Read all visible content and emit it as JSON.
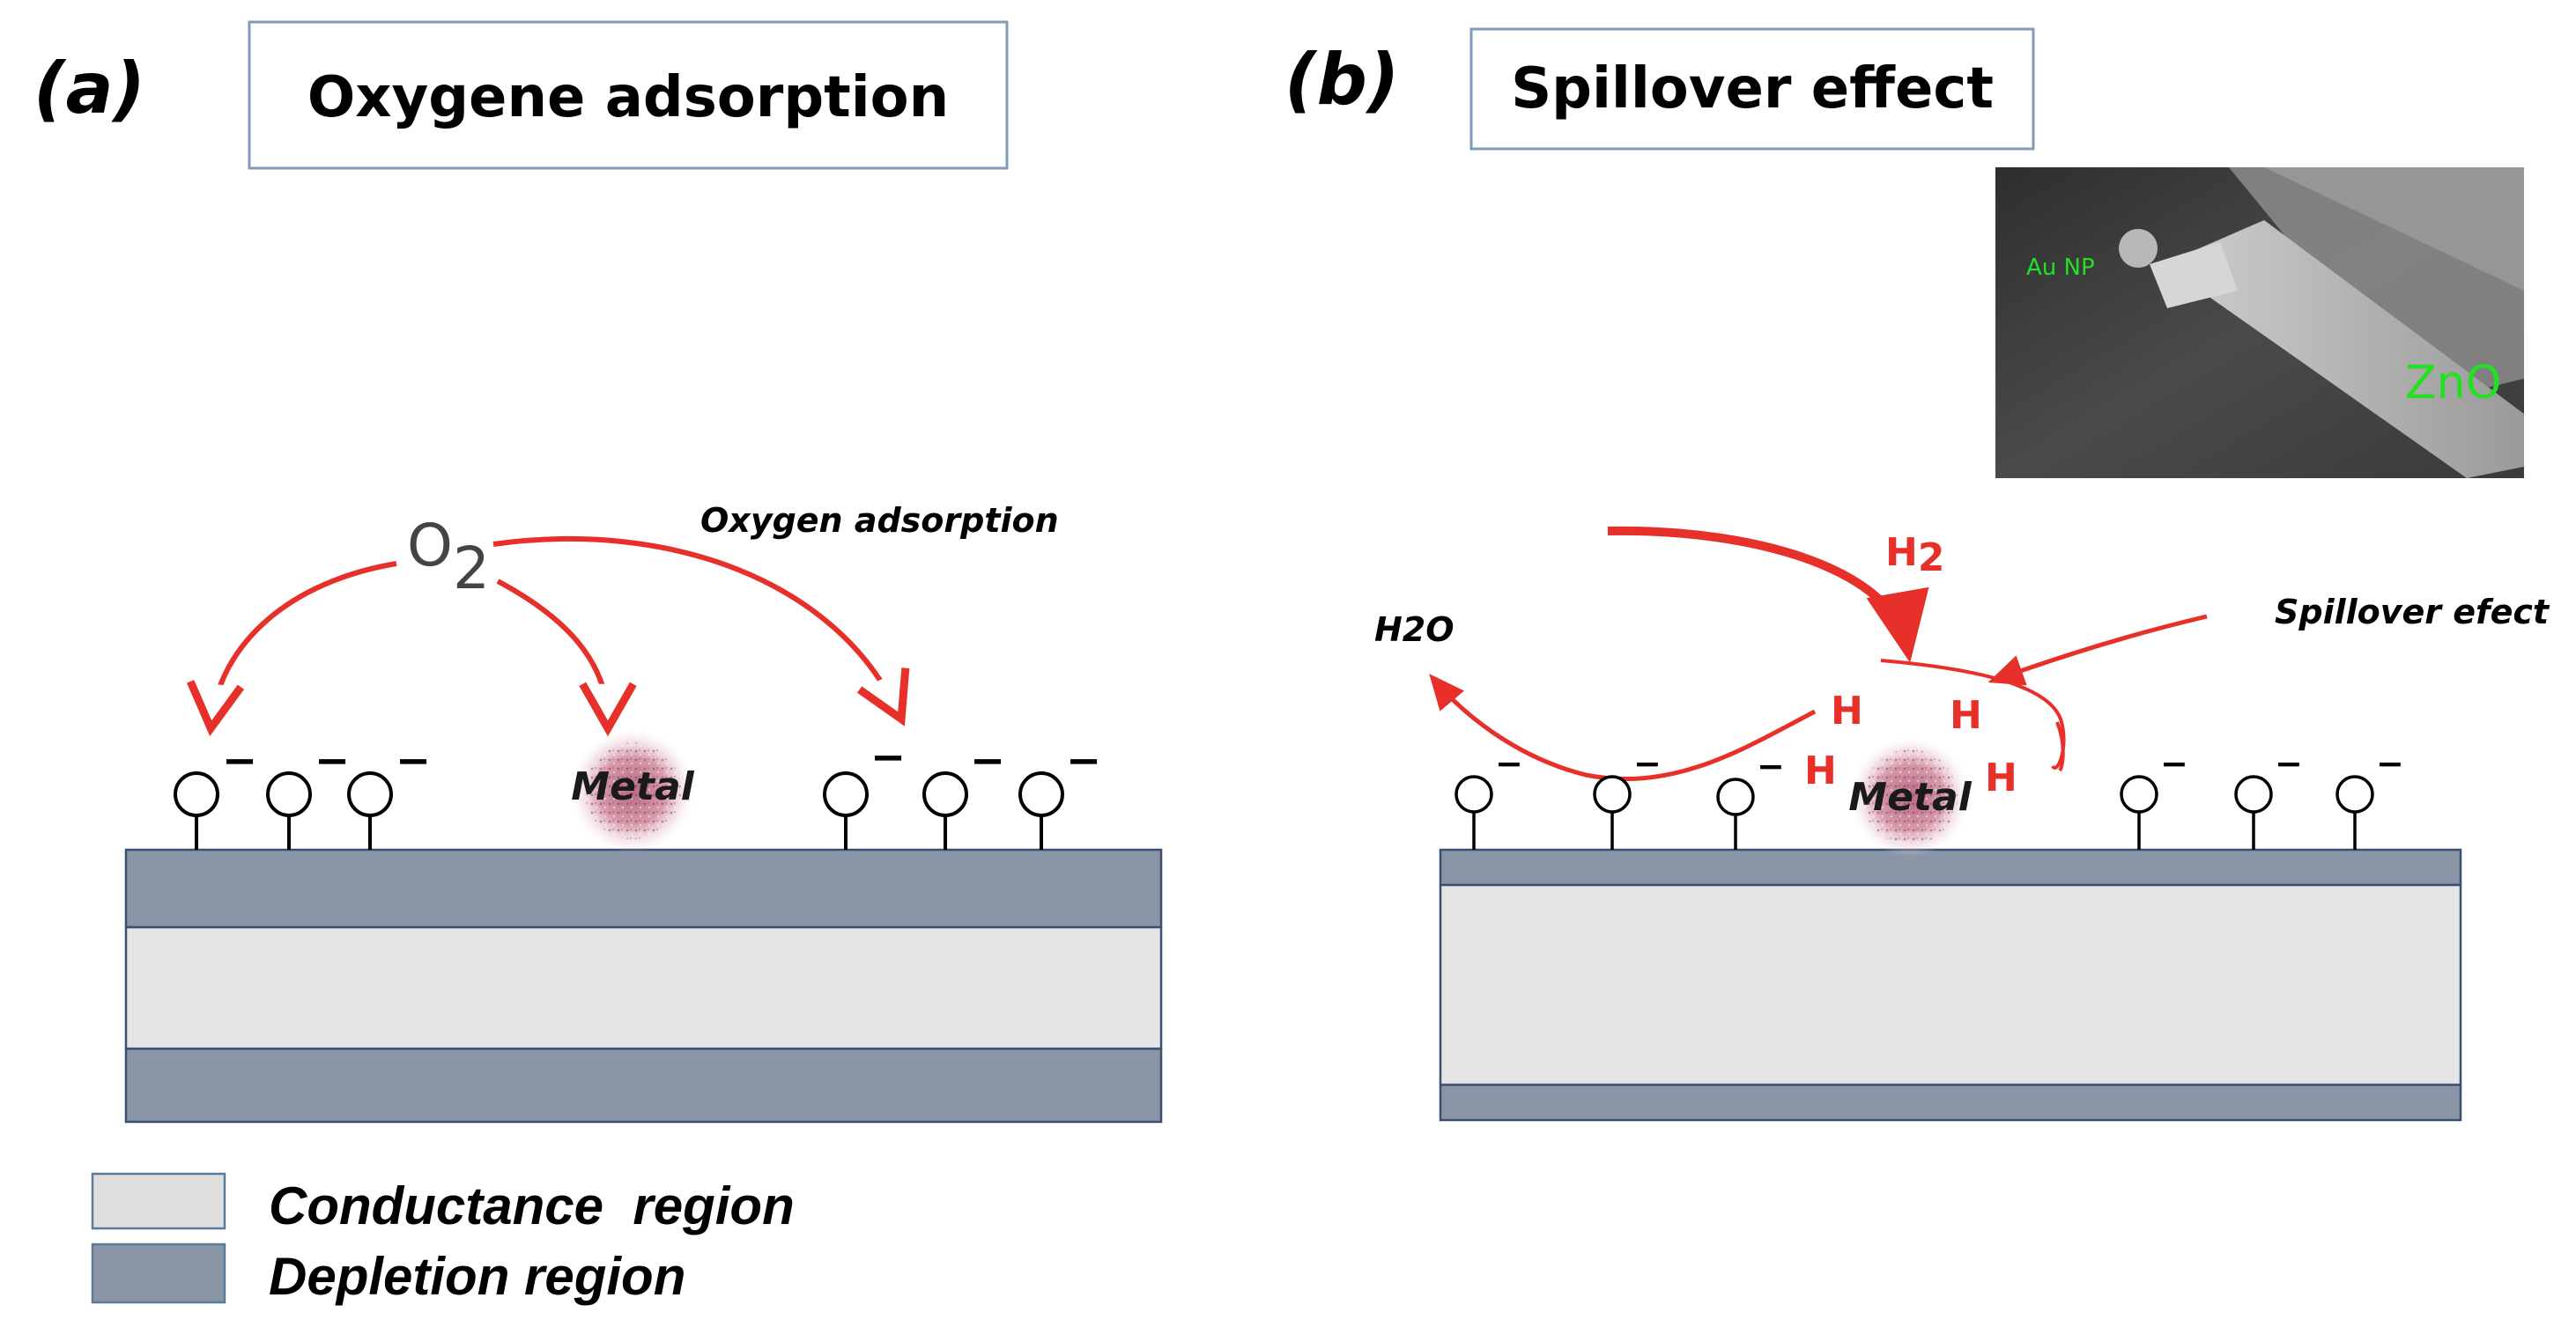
{
  "panel_a": {
    "letter": "(a)",
    "title": "Oxygene adsorption",
    "annotation": "Oxygen adsorption",
    "o2_main": "O",
    "o2_sub": "2",
    "metal_label": "Metal"
  },
  "panel_b": {
    "letter": "(b)",
    "title": "Spillover effect",
    "annotation": "Spillover efect",
    "h2_main": "H",
    "h2_sub": "2",
    "h2o_label": "H2O",
    "h_label": "H",
    "metal_label": "Metal",
    "sem_labels": {
      "au_np": "Au NP",
      "zno": "ZnO"
    }
  },
  "legend": {
    "conductance": "Conductance  region",
    "depletion": "Depletion region"
  },
  "colors": {
    "depletion": "#8a96a5",
    "conductance": "#e5e5e5",
    "arrow": "#e8302a",
    "metal": "#c9879a",
    "sem_text": "#22e022"
  }
}
